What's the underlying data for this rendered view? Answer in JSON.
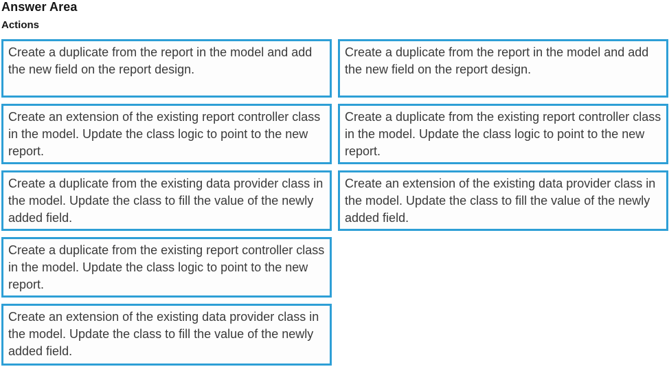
{
  "header": {
    "title": "Answer Area",
    "subtitle": "Actions"
  },
  "colors": {
    "box_border": "#2E9FD6",
    "box_background": "#FDFDFD",
    "box_text": "#3A3A3A",
    "heading_text": "#151515",
    "page_background": "#FFFFFF"
  },
  "actions": {
    "left": [
      "Create a duplicate from the report in the model and add the new field on the report design.",
      "Create an extension of the existing report controller class in the model. Update the class logic to point to the new report.",
      "Create a duplicate from the existing data provider class in the model. Update the class to fill the value of the newly added field.",
      "Create a duplicate from the existing report controller class in the model. Update the class logic to point to the new report.",
      "Create an extension of the existing data provider class in the model. Update the class to fill the value of the newly added field."
    ],
    "right": [
      "Create a duplicate from the report in the model and add the new field on the report design.",
      "Create a duplicate from the existing report controller class in the model. Update the class logic to point to the new report.",
      "Create an extension of the existing data provider class in the model. Update the class to fill the value of the newly added field."
    ]
  }
}
